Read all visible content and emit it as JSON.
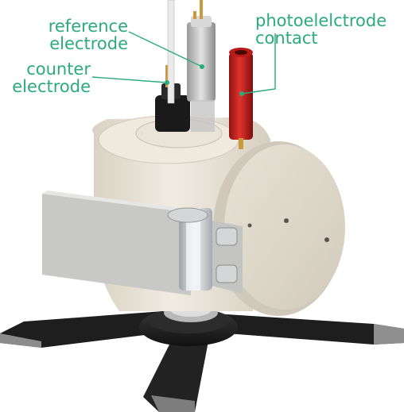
{
  "labels": {
    "reference": {
      "line1": "reference",
      "line2": "electrode"
    },
    "counter": {
      "line1": "counter",
      "line2": "electrode"
    },
    "photo": {
      "line1": "photoelelctrode",
      "line2": "contact"
    }
  },
  "colors": {
    "label_text": "#2bab7c",
    "leader_line": "#2bab7c",
    "body": "#e4ded2",
    "red_contact": "#c8201e",
    "base": "#1c1c1c",
    "metal": "#c9cbcd"
  }
}
